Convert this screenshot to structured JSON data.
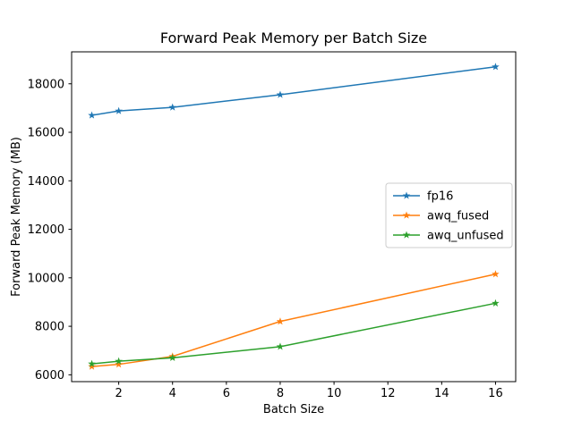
{
  "title": "Forward Peak Memory per Batch Size",
  "chart_data": {
    "type": "line",
    "title": "Forward Peak Memory per Batch Size",
    "xlabel": "Batch Size",
    "ylabel": "Forward Peak Memory (MB)",
    "x": [
      1,
      2,
      4,
      8,
      16
    ],
    "series": [
      {
        "name": "fp16",
        "color": "#1f77b4",
        "values": [
          16700,
          16880,
          17030,
          17550,
          18700
        ]
      },
      {
        "name": "awq_fused",
        "color": "#ff7f0e",
        "values": [
          6340,
          6430,
          6760,
          8200,
          10150
        ]
      },
      {
        "name": "awq_unfused",
        "color": "#2ca02c",
        "values": [
          6450,
          6560,
          6700,
          7160,
          8950
        ]
      }
    ],
    "xticks": [
      2,
      4,
      6,
      8,
      10,
      12,
      14,
      16
    ],
    "yticks": [
      6000,
      8000,
      10000,
      12000,
      14000,
      16000,
      18000
    ],
    "xlim": [
      0.25,
      16.75
    ],
    "ylim": [
      5718,
      19318
    ],
    "marker": "star",
    "grid": false,
    "legend_position": "center right",
    "background_color": "#ffffff",
    "axes_edge_color": "#000000",
    "legend_border_color": "#cccccc"
  }
}
